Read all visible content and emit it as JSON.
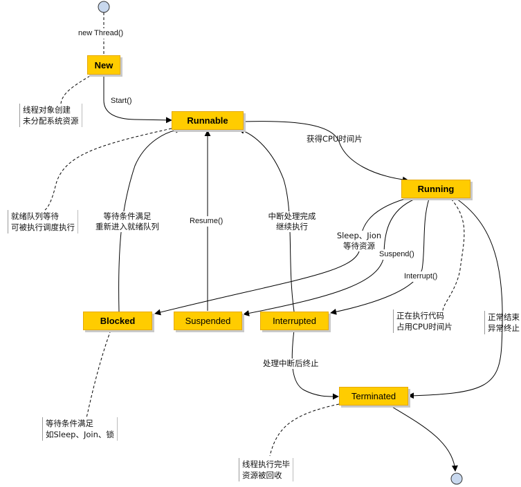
{
  "states": {
    "new": "New",
    "runnable": "Runnable",
    "running": "Running",
    "blocked": "Blocked",
    "suspended": "Suspended",
    "interrupted": "Interrupted",
    "terminated": "Terminated"
  },
  "transitions": {
    "new_thread": "new Thread()",
    "start": "Start()",
    "get_cpu": "获得CPU时间片",
    "wait_ready_1": "等待条件满足",
    "wait_ready_2": "重新进入就绪队列",
    "resume": "Resume()",
    "interrupt_done_1": "中断处理完成",
    "interrupt_done_2": "继续执行",
    "sleep_1": "Sleep、Jion",
    "sleep_2": "等待资源",
    "suspend": "Suspend()",
    "interrupt": "Interrupt()",
    "interrupt_terminate": "处理中断后终止"
  },
  "notes": {
    "new_1": "线程对象创建",
    "new_2": "未分配系统资源",
    "runnable_1": "就绪队列等待",
    "runnable_2": "可被执行调度执行",
    "running_1": "正在执行代码",
    "running_2": "占用CPU时间片",
    "end_1": "正常结束",
    "end_2": "异常终止",
    "blocked_1": "等待条件满足",
    "blocked_2": "如Sleep、Join、锁",
    "terminated_1": "线程执行完毕",
    "terminated_2": "资源被回收"
  },
  "colors": {
    "state_fill": "#ffcc00",
    "initial_node": "#c8d8ee"
  }
}
